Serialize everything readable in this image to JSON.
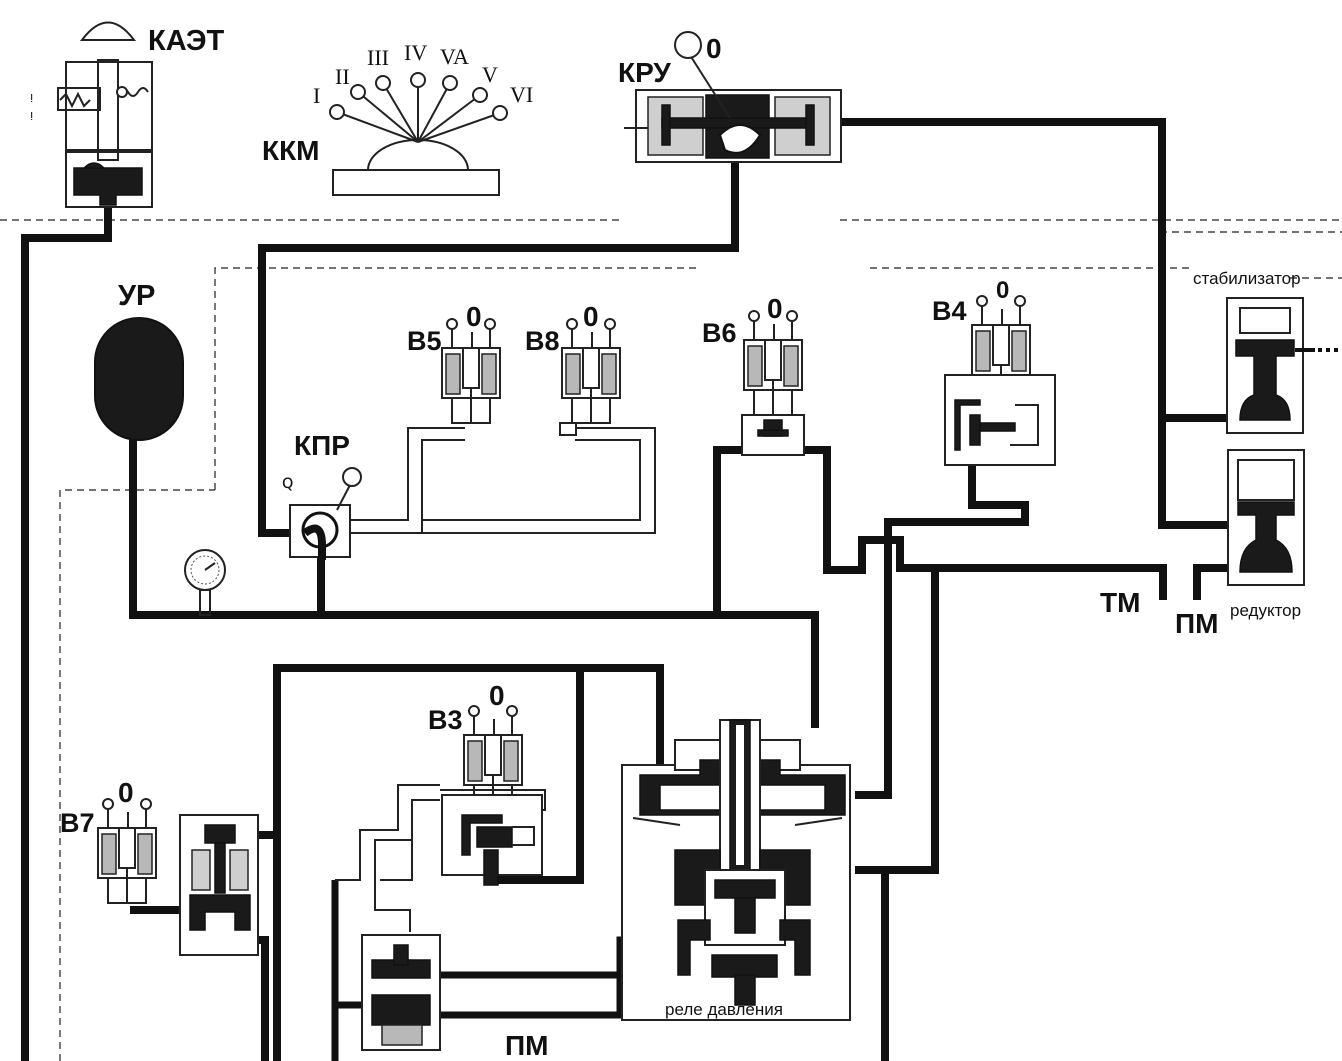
{
  "labels": {
    "kaet": "КАЭТ",
    "kkm": "ККМ",
    "kru": "КРУ",
    "kru_zero": "0",
    "ur": "УР",
    "kpr": "КПР",
    "v5": "В5",
    "v5_zero": "0",
    "v8": "В8",
    "v8_zero": "0",
    "v6": "В6",
    "v6_zero": "0",
    "v4": "В4",
    "v4_zero": "0",
    "v3": "В3",
    "v3_zero": "0",
    "v7": "В7",
    "v7_zero": "0",
    "stabilizer": "стабилизатор",
    "reducer": "редуктор",
    "tm": "ТМ",
    "pm_right": "ПМ",
    "pm_bottom": "ПМ",
    "pressure_relay": "реле давления"
  },
  "kkm_positions": [
    "I",
    "II",
    "III",
    "IV",
    "VA",
    "V",
    "VI"
  ]
}
